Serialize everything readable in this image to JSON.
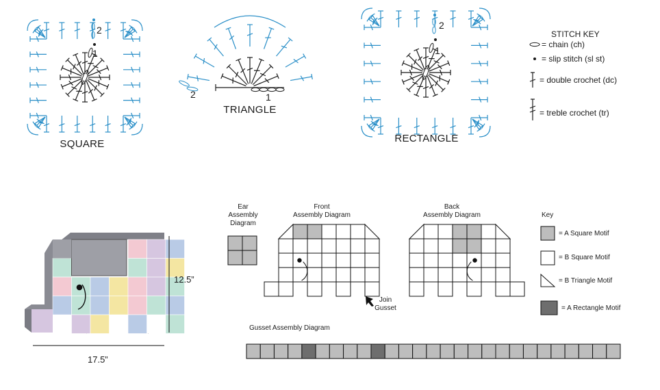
{
  "motifs": {
    "square": {
      "label": "SQUARE",
      "round1": "1",
      "round2": "2"
    },
    "triangle": {
      "label": "TRIANGLE",
      "round1": "1",
      "round2": "2"
    },
    "rectangle": {
      "label": "RECTANGLE",
      "round1": "1",
      "round2": "2"
    }
  },
  "stitch_key": {
    "title": "STITCH KEY",
    "items": [
      {
        "symbol": "chain-icon",
        "text": "= chain (ch)"
      },
      {
        "symbol": "slip-stitch-icon",
        "text": "= slip stitch (sl st)"
      },
      {
        "symbol": "double-crochet-icon",
        "text": "= double crochet (dc)"
      },
      {
        "symbol": "treble-crochet-icon",
        "text": "= treble crochet (tr)"
      }
    ]
  },
  "elephant": {
    "height_label": "12.5”",
    "width_label": "17.5”"
  },
  "assembly": {
    "ear": {
      "title_lines": [
        "Ear",
        "Assembly",
        "Diagram"
      ]
    },
    "front": {
      "title_lines": [
        "Front",
        "Assembly Diagram"
      ],
      "join_lines": [
        "Join",
        "Gusset"
      ]
    },
    "back": {
      "title_lines": [
        "Back",
        "Assembly Diagram"
      ]
    },
    "gusset": {
      "title": "Gusset Assembly Diagram"
    }
  },
  "assembly_key": {
    "title": "Key",
    "items": [
      {
        "swatch": "a-square",
        "text": "= A Square Motif"
      },
      {
        "swatch": "b-square",
        "text": "= B Square Motif"
      },
      {
        "swatch": "b-triangle",
        "text": "= B Triangle Motif"
      },
      {
        "swatch": "a-rectangle",
        "text": "= A Rectangle Motif"
      }
    ]
  },
  "colors": {
    "round1": "#1a1a1a",
    "round2": "#2a8fc8",
    "a_square": "#bdbdbd",
    "a_rectangle": "#6e6e6e",
    "elephant_grey": "#9e9fa6",
    "pastel_yellow": "#f4e6a2",
    "pastel_pink": "#f3c9d2",
    "pastel_blue": "#b9cbe6",
    "pastel_mint": "#bfe3d6",
    "pastel_lilac": "#d6c6e0"
  }
}
